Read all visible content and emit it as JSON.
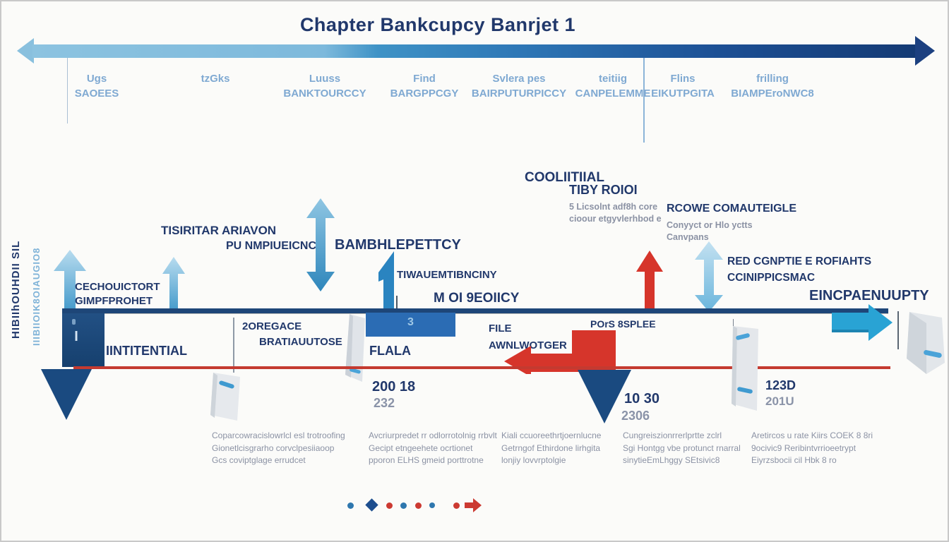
{
  "colors": {
    "navy": "#21386b",
    "bar_navy": "#1e4678",
    "light_blue": "#7fa9d2",
    "cyan": "#29a3d4",
    "red": "#c43a30",
    "gray_text": "#8b92a4"
  },
  "title": "Chapter Bankcupcy Banrjet 1",
  "top_axis": {
    "labels": [
      {
        "text": "Ugs\nSAOEES"
      },
      {
        "text": "tzGks"
      },
      {
        "text": "Luuss\nBANKTOURCCY"
      },
      {
        "text": "Find\nBARGPPCGY"
      },
      {
        "text": "Svlera pes\nBAIRPUTURPICCY"
      },
      {
        "text": "teitiig\nCANPELEMME"
      },
      {
        "text": "Flins\nEIKUTPGITA"
      },
      {
        "text": "frilling\nBIAMPEroNWC8"
      }
    ]
  },
  "left_rail": {
    "navy": "HIBIIhOUHDII SIL",
    "blue": "IIIBIIOIK8OIAUGIO8"
  },
  "annotations": {
    "cechouictort": "CECHOUICTORT\nGIMPFPROHET",
    "tisiritar": "TISIRITAR ARIAVON",
    "pu": "PU NMPIUEICNCI",
    "bam": "BAMBHLEPETTCY",
    "tiw": "TIWAUEMTIBNCINY",
    "moi": "M OI 9EOIICY",
    "cooliitiial": "COOLIITIIAL",
    "tiby": "TIBY ROIOI",
    "tiby_sub": "5 Licsolnt adf8h core\ncioour etgyvlerhbod e",
    "rcowe": "RCOWE COMAUTEIGLE",
    "rcowe_sub": "Conyyct or Hlo yctts\nCanvpans",
    "red_rights": "RED CGNPTIE E ROFIAHTS",
    "red_rights2": "CCINIPPICSMAC",
    "eincp": "EINCPAENUUPTY"
  },
  "timeline": {
    "start_box": "I",
    "iintitential": "IINTITENTIAL",
    "oregace": "2OREGACE",
    "bratia": "BRATIAUUTOSE",
    "step3": "3",
    "flala": "FLALA",
    "file": "FILE\nAWNLWOTGER",
    "pors": "POrS 8SPLEE"
  },
  "milestones": [
    {
      "value": "200 18",
      "year": "232"
    },
    {
      "value": "10 30",
      "year": "2306"
    },
    {
      "value": "123D",
      "year": "201U"
    }
  ],
  "paragraphs": [
    "Coparcowracislowrlcl esl trotroofing\nGionetlcisgrarho corvclpesiiaoop\nGcs coviptglage errudcet",
    "Avcriurpredet rr odlorrotolnig rrbvlt\nGecipt etngeehete ocrtionet\npporon ELHS gmeid porttrotne",
    "Kiali ccuoreethrtjoernlucne\nGetrngof Ethirdone lirhgita\nlonjiy lovvrptolgie",
    "Cungreiszionrrerlprtte zclrl\nSgi Hontgg vbe protunct rnarral\nsinytieEmLhggy SEtsivic8",
    "Aretircos u rate Kiirs COEK 8 8ri\n9ocivic9 Reribintvrrioeetrypt\nEiyrzsbocii cil Hbk 8 ro"
  ]
}
